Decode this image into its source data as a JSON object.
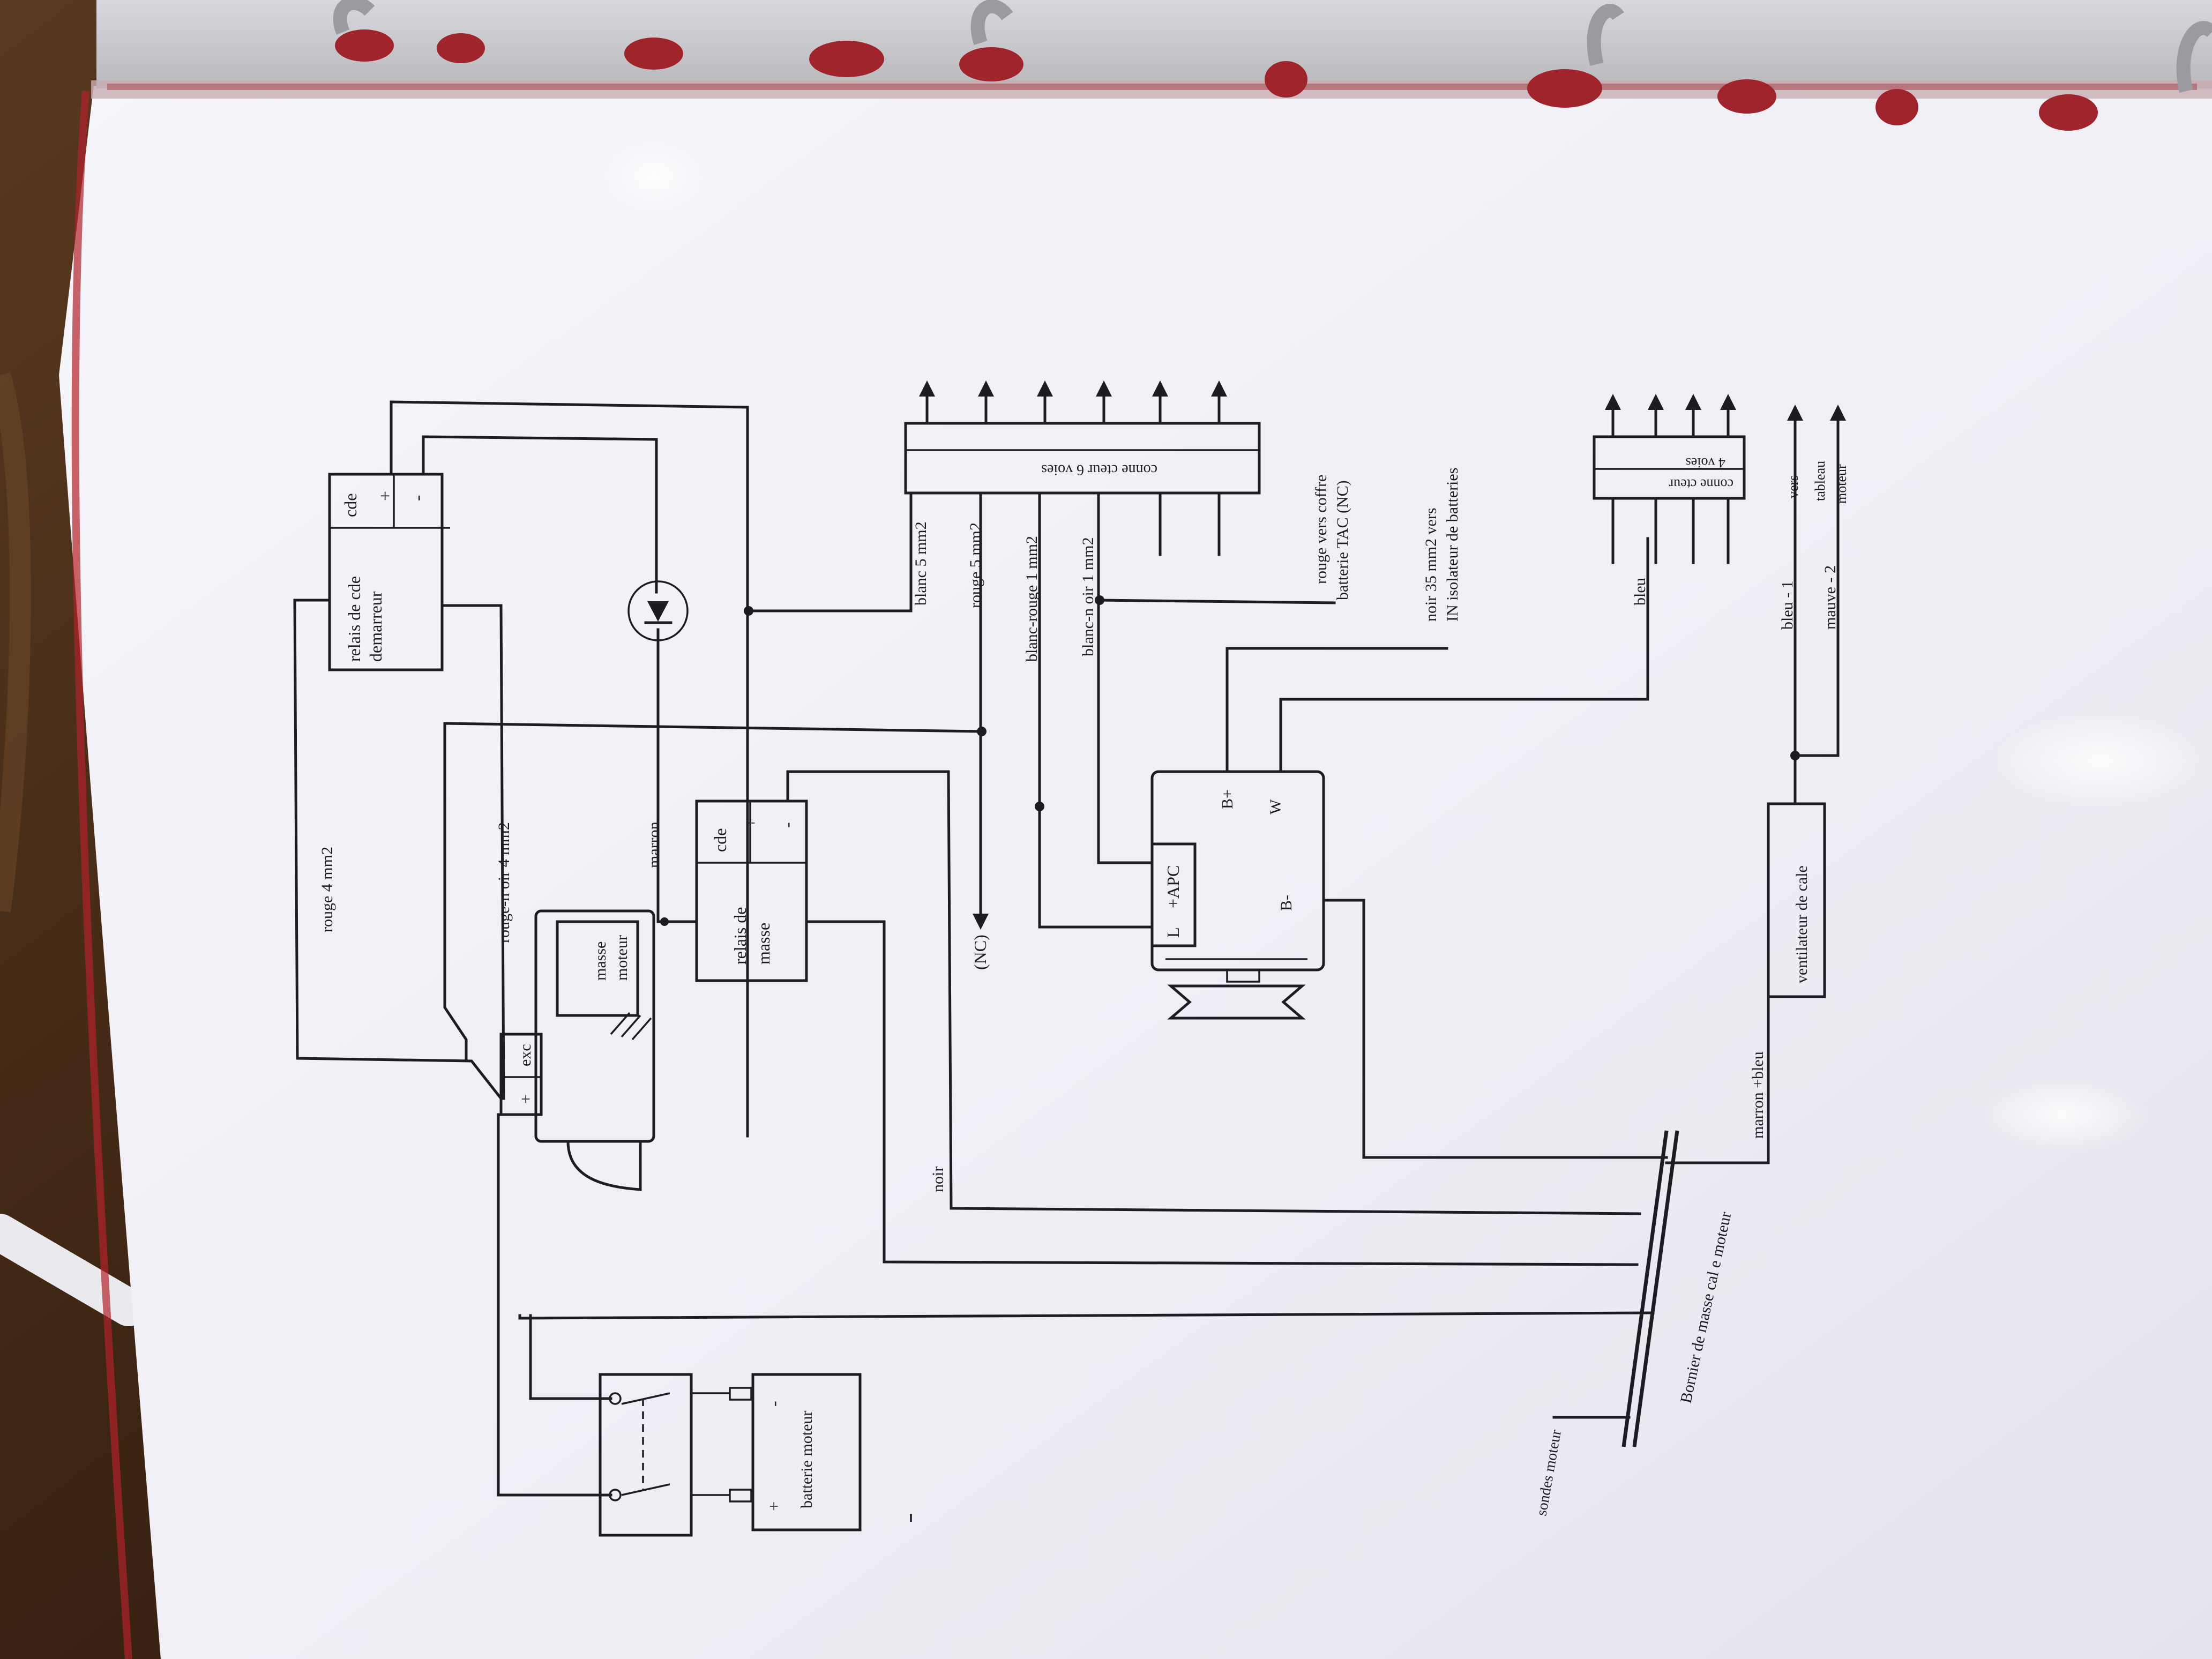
{
  "colors": {
    "table": "#3a2312",
    "binder_strip": "#c9c9cc",
    "sleeve": "#ecebf3",
    "paper": "#f4f3f8",
    "ink": "#1d1c22",
    "accent_red": "#b0222a"
  },
  "labels": {
    "relay_cde_title1": "relais de cde",
    "relay_cde_title2": "demarreur",
    "cde1": "cde",
    "plus1": "+",
    "minus1": "-",
    "cde2": "cde",
    "plus2": "+",
    "minus2": "-",
    "relay_masse1": "relais de",
    "relay_masse2": "masse",
    "masse1": "masse",
    "masse2": "moteur",
    "exc": "exc",
    "plus_exc": "+",
    "rouge4": "rouge 4 mm2",
    "rouge_noir4": "rouge-n oir 4 mm2",
    "marron": "marron",
    "blanc5": "blanc 5 mm2",
    "rouge5": "rouge 5 mm2",
    "blanc_rouge": "blanc-rouge 1 mm2",
    "blanc_noir": "blanc-n oir 1 mm2",
    "connecteur6": "conne cteur 6 voies",
    "nc": "(NC)",
    "rouge_coffre1": "rouge vers coffre",
    "rouge_coffre2": "batterie TAC (NC)",
    "noir35_1": "noir 35 mm2 vers",
    "noir35_2": "IN isolateur de batteries",
    "connecteur4_1": "conne cteur",
    "connecteur4_2": "4 voies",
    "bleu": "bleu",
    "alt_L": "L",
    "alt_apc": "+APC",
    "alt_bplus": "B+",
    "alt_w": "W",
    "alt_bminus": "B-",
    "bleu1": "bleu - 1",
    "mauve2": "mauve - 2",
    "vers": "vers",
    "tableau": "tableau",
    "moteur": "moteur",
    "ventilateur": "ventilateur de cale",
    "marron_bleu": "marron +bleu",
    "noir": "noir",
    "bornier": "Bornier de masse cal e moteur",
    "sondes": "sondes moteur",
    "batterie": "batterie moteur",
    "bat_plus": "+",
    "bat_minus": "-"
  }
}
